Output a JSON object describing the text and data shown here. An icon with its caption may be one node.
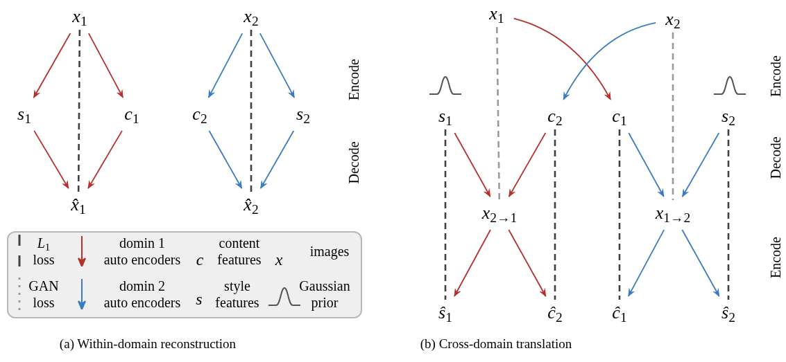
{
  "diagram": {
    "nodes": [
      {
        "text": [
          "*x*$_{1}$"
        ]
      },
      {
        "text": [
          "*s*$_{1}$"
        ]
      },
      {
        "text": [
          "*c*$_{1}$"
        ]
      },
      {
        "text": [
          "*x̂*$_{1}$"
        ]
      },
      {
        "text": [
          "*x*$_{2}$"
        ]
      },
      {
        "text": [
          "*c*$_{2}$"
        ]
      },
      {
        "text": [
          "*s*$_{2}$"
        ]
      },
      {
        "text": [
          "*x̂*$_{2}$"
        ]
      },
      {
        "text": [
          "*x*$_{1}$"
        ]
      },
      {
        "text": [
          "*x*$_{2}$"
        ]
      },
      {
        "text": [
          "*s*$_{1}$"
        ]
      },
      {
        "text": [
          "*c*$_{2}$"
        ]
      },
      {
        "text": [
          "*c*$_{1}$"
        ]
      },
      {
        "text": [
          "*s*$_{2}$"
        ]
      },
      {
        "text": [
          "*x*$_{2→1}$"
        ]
      },
      {
        "text": [
          "*x*$_{1→2}$"
        ]
      },
      {
        "text": [
          "*ŝ*$_{1}$"
        ]
      },
      {
        "text": [
          "*ĉ*$_{2}$"
        ]
      },
      {
        "text": [
          "*ĉ*$_{1}$"
        ]
      },
      {
        "text": [
          "*ŝ*$_{2}$"
        ]
      }
    ],
    "edges": [
      {
        "from": 0,
        "to": 1,
        "arrow": "to",
        "color": "#b5302e"
      },
      {
        "from": 0,
        "to": 2,
        "arrow": "to",
        "color": "#b5302e"
      },
      {
        "from": 0,
        "to": 3,
        "arrow": "none",
        "style": "dashed",
        "color": "#404040"
      },
      {
        "from": 1,
        "to": 3,
        "arrow": "to",
        "color": "#b5302e"
      },
      {
        "from": 2,
        "to": 3,
        "arrow": "to",
        "color": "#b5302e"
      },
      {
        "from": 4,
        "to": 5,
        "arrow": "to",
        "color": "#3b7bc0"
      },
      {
        "from": 4,
        "to": 6,
        "arrow": "to",
        "color": "#3b7bc0"
      },
      {
        "from": 4,
        "to": 7,
        "arrow": "none",
        "style": "dashed",
        "color": "#404040"
      },
      {
        "from": 5,
        "to": 7,
        "arrow": "to",
        "color": "#3b7bc0"
      },
      {
        "from": 6,
        "to": 7,
        "arrow": "to",
        "color": "#3b7bc0"
      },
      {
        "from": 8,
        "to": 12,
        "arrow": "to",
        "color": "#b5302e"
      },
      {
        "from": 9,
        "to": 11,
        "arrow": "to",
        "color": "#3b7bc0"
      },
      {
        "from": 8,
        "to": 14,
        "arrow": "none",
        "style": "dashed",
        "color": "#9a9a9a"
      },
      {
        "from": 9,
        "to": 15,
        "arrow": "none",
        "style": "dashed",
        "color": "#9a9a9a"
      },
      {
        "from": 10,
        "to": 14,
        "arrow": "to",
        "color": "#b5302e"
      },
      {
        "from": 11,
        "to": 14,
        "arrow": "to",
        "color": "#b5302e"
      },
      {
        "from": 12,
        "to": 15,
        "arrow": "to",
        "color": "#3b7bc0"
      },
      {
        "from": 13,
        "to": 15,
        "arrow": "to",
        "color": "#3b7bc0"
      },
      {
        "from": 14,
        "to": 16,
        "arrow": "to",
        "color": "#b5302e"
      },
      {
        "from": 14,
        "to": 17,
        "arrow": "to",
        "color": "#b5302e"
      },
      {
        "from": 15,
        "to": 18,
        "arrow": "to",
        "color": "#3b7bc0"
      },
      {
        "from": 15,
        "to": 19,
        "arrow": "to",
        "color": "#3b7bc0"
      },
      {
        "from": 10,
        "to": 16,
        "arrow": "none",
        "style": "dashed",
        "color": "#404040"
      },
      {
        "from": 11,
        "to": 17,
        "arrow": "none",
        "style": "dashed",
        "color": "#404040"
      },
      {
        "from": 12,
        "to": 18,
        "arrow": "none",
        "style": "dashed",
        "color": "#404040"
      },
      {
        "from": 13,
        "to": 19,
        "arrow": "none",
        "style": "dashed",
        "color": "#404040"
      }
    ],
    "labels": [
      "Encode",
      "Decode",
      "Encode",
      "Decode",
      "Encode",
      "c",
      "x",
      "s",
      "(a) Within-domain reconstruction",
      "(b) Cross-domain translation"
    ],
    "legend": [
      {
        "text": "*L*$_{1}$ loss"
      },
      {
        "text": "domin 1 auto encoders"
      },
      {
        "text": "content features"
      },
      {
        "text": "images"
      },
      {
        "text": "GAN loss"
      },
      {
        "text": "domin 2 auto encoders"
      },
      {
        "text": "style features"
      },
      {
        "text": "Gaussian prior"
      }
    ]
  }
}
